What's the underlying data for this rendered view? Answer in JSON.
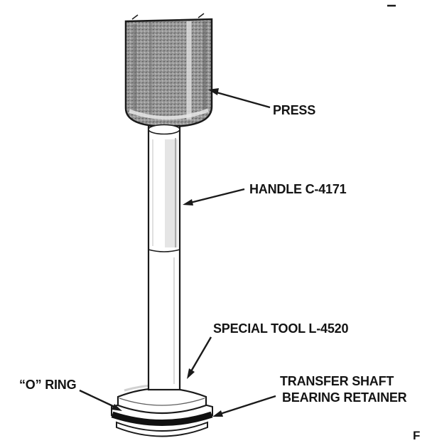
{
  "figure": {
    "labels": {
      "press": "PRESS",
      "handle": "HANDLE C-4171",
      "special_tool": "SPECIAL TOOL L-4520",
      "o_ring": "“O” RING",
      "retainer_line1": "TRANSFER SHAFT",
      "retainer_line2": "BEARING RETAINER"
    },
    "corner_text": "F",
    "colors": {
      "ink": "#1a1a1a",
      "paper": "#ffffff",
      "press_shade": "#9b9b9b",
      "o_ring_band": "#111111"
    }
  }
}
